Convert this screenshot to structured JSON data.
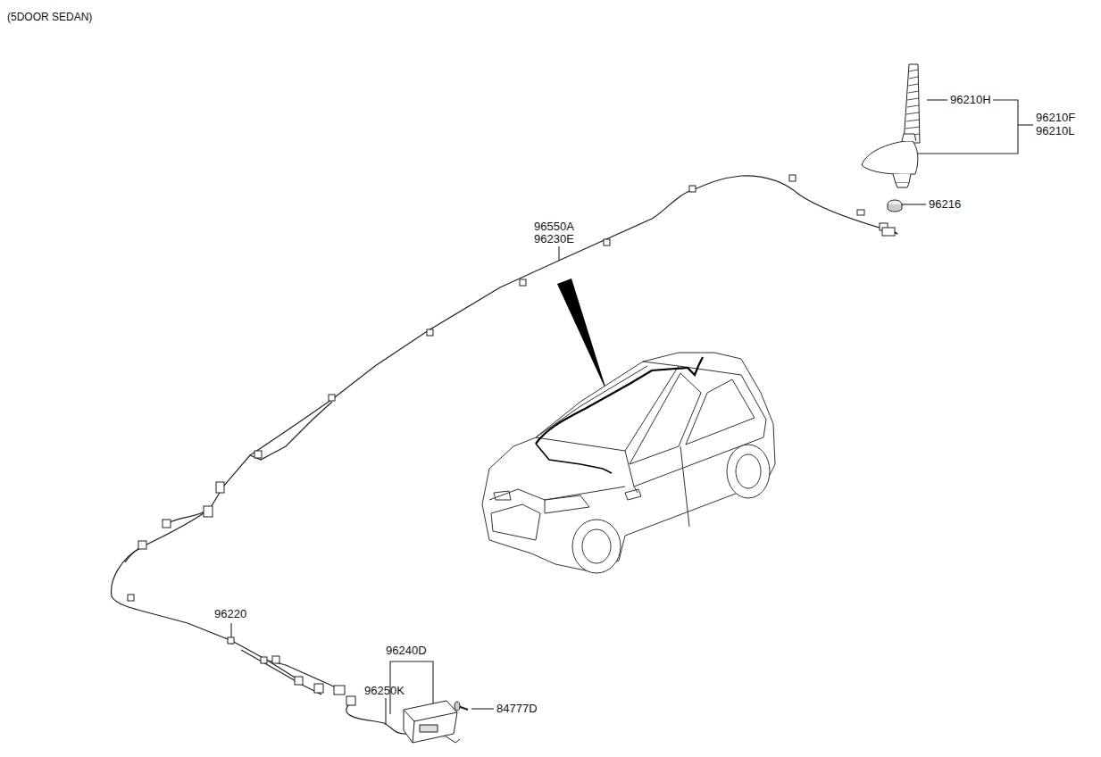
{
  "diagram": {
    "title": "(5DOOR SEDAN)",
    "labels": [
      "96210H",
      "96210F",
      "96210L",
      "96216",
      "96550A",
      "96230E",
      "96220",
      "96240D",
      "96250K",
      "84777D"
    ]
  }
}
